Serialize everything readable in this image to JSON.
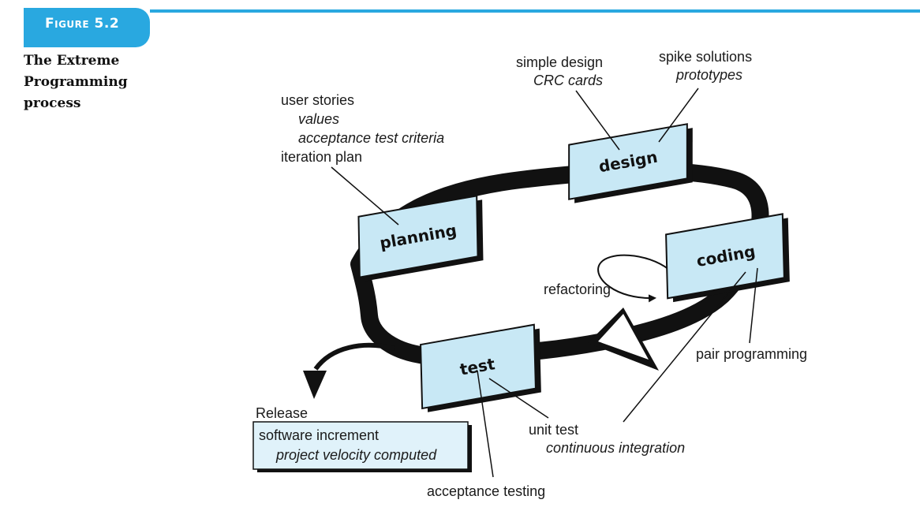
{
  "figure": {
    "label": "Figure 5.2",
    "caption_lines": [
      "The Extreme",
      "Programming",
      "process"
    ]
  },
  "phases": {
    "planning": "planning",
    "design": "design",
    "coding": "coding",
    "test": "test"
  },
  "annotations": {
    "planning": {
      "line1": "user stories",
      "line2": "values",
      "line3": "acceptance test criteria",
      "line4": "iteration plan"
    },
    "design": {
      "line1": "simple design",
      "line2": "CRC cards"
    },
    "spike": {
      "line1": "spike solutions",
      "line2": "prototypes"
    },
    "refactoring": "refactoring",
    "pair_programming": "pair programming",
    "unit_test": {
      "line1": "unit test",
      "line2": "continuous integration"
    },
    "acceptance_testing": "acceptance testing",
    "release": {
      "title": "Release",
      "line1": "software increment",
      "line2": "project velocity computed"
    }
  },
  "colors": {
    "accent": "#29a8e0",
    "box_fill": "#c8e8f5",
    "release_fill": "#e0f2fa",
    "loop": "#111111"
  }
}
